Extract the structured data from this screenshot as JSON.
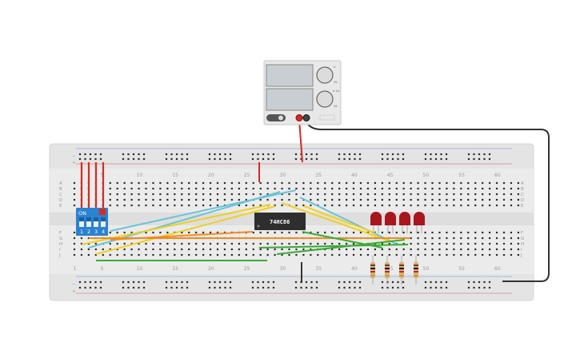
{
  "breadboard": {
    "row_letters_top": [
      "A",
      "B",
      "C",
      "D",
      "E"
    ],
    "row_letters_bottom": [
      "F",
      "G",
      "H",
      "I",
      "J"
    ],
    "column_numbers": [
      "5",
      "10",
      "15",
      "20",
      "25",
      "30",
      "35",
      "40",
      "45",
      "50",
      "55",
      "60"
    ],
    "rail_plus": "+",
    "rail_minus": "−"
  },
  "chip": {
    "label": "74HC86"
  },
  "dip_switch": {
    "on_label": "ON",
    "position_labels": [
      "1",
      "2",
      "3",
      "4"
    ]
  },
  "power_supply": {
    "left_knob_labels": [
      "V",
      "5V"
    ],
    "right_knob_labels": [
      "0.1A",
      "5A"
    ]
  },
  "colors": {
    "board": "#e6e6e6",
    "hole": "#2b2b2b",
    "rail_red": "#d9534f",
    "rail_blue": "#5b9bd5",
    "wire_red": "#d62a24",
    "wire_yellow": "#f0d020",
    "wire_cyan": "#6cc3d5",
    "wire_orange": "#f08c1e",
    "wire_green": "#3aaa35",
    "wire_black": "#333333",
    "led_red": "#a8161e",
    "chip": "#2e2e2e",
    "dip": "#2a82d0"
  }
}
